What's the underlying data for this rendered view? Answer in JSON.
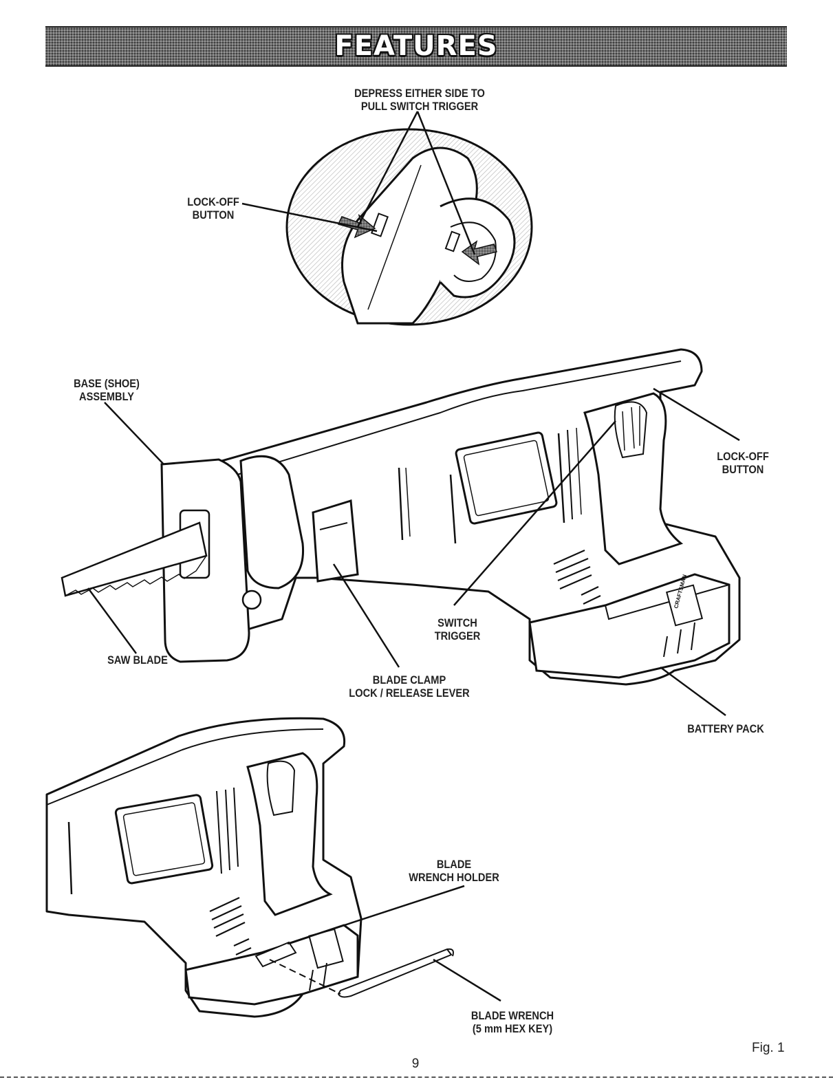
{
  "banner": {
    "title": "FEATURES"
  },
  "labels": {
    "depress_trigger": {
      "line1": "DEPRESS EITHER SIDE TO",
      "line2": "PULL SWITCH TRIGGER"
    },
    "lock_off_top": {
      "line1": "LOCK-OFF",
      "line2": "BUTTON"
    },
    "base_shoe": {
      "line1": "BASE (SHOE)",
      "line2": "ASSEMBLY"
    },
    "lock_off_right": {
      "line1": "LOCK-OFF",
      "line2": "BUTTON"
    },
    "saw_blade": {
      "line1": "SAW BLADE"
    },
    "switch_trigger": {
      "line1": "SWITCH",
      "line2": "TRIGGER"
    },
    "blade_clamp": {
      "line1": "BLADE CLAMP",
      "line2": "LOCK / RELEASE LEVER"
    },
    "battery_pack": {
      "line1": "BATTERY PACK"
    },
    "wrench_holder": {
      "line1": "BLADE",
      "line2": "WRENCH HOLDER"
    },
    "blade_wrench": {
      "line1": "BLADE WRENCH",
      "line2": "(5 mm HEX KEY)"
    }
  },
  "brand_mark": "CRAFTSMAN",
  "page_number": "9",
  "figure_label": "Fig. 1"
}
